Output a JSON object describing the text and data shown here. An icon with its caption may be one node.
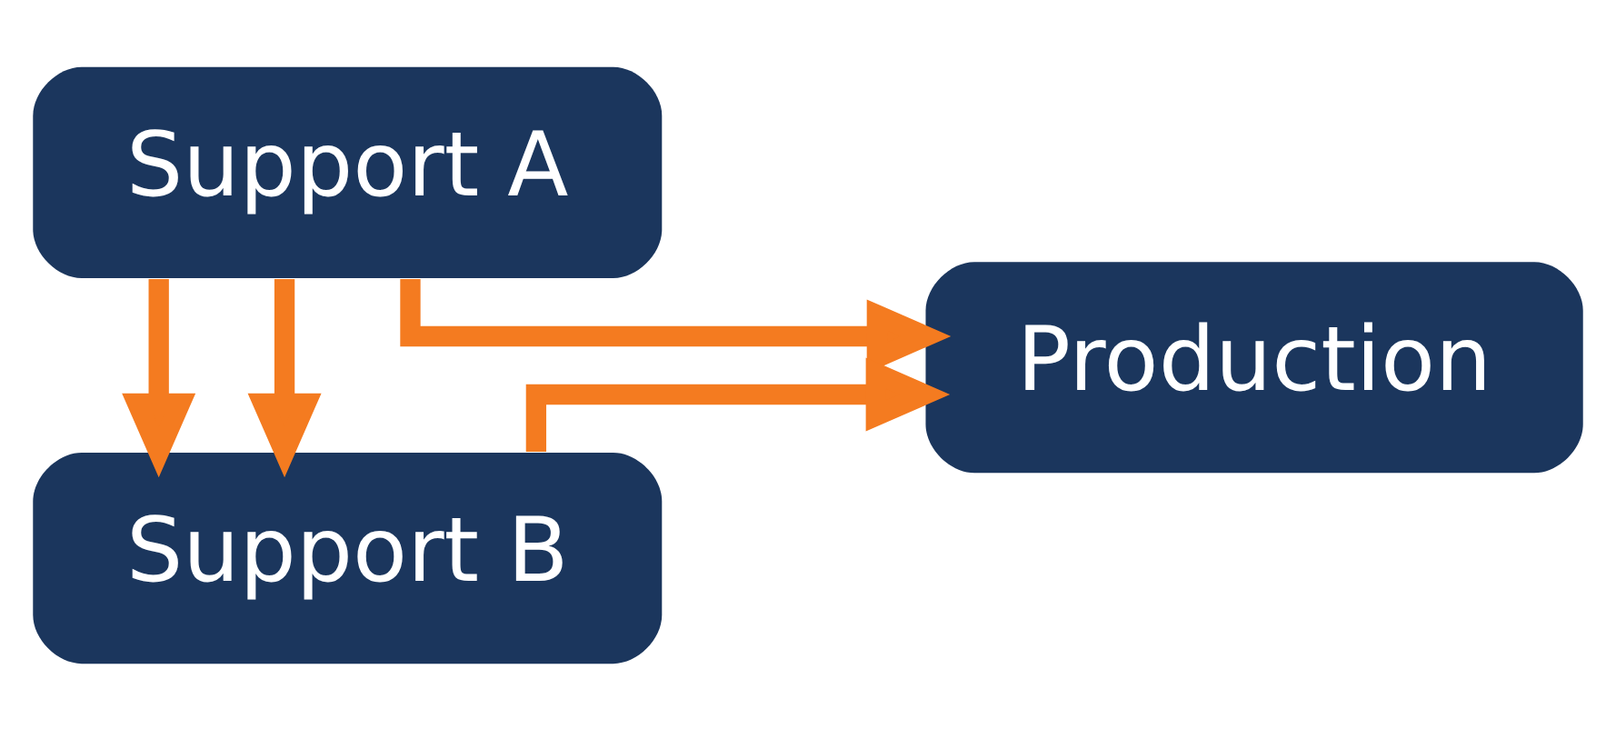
{
  "diagram": {
    "nodes": [
      {
        "text": [
          "Support A"
        ]
      },
      {
        "text": [
          "Production"
        ]
      },
      {
        "text": [
          "Support B"
        ]
      }
    ],
    "edges": [
      {
        "from": 0,
        "to": 1,
        "arrow": "to"
      },
      {
        "from": 0,
        "to": 2,
        "arrow": "to"
      },
      {
        "from": 0,
        "to": 2,
        "arrow": "to"
      },
      {
        "from": 2,
        "to": 1,
        "arrow": "to"
      }
    ]
  }
}
